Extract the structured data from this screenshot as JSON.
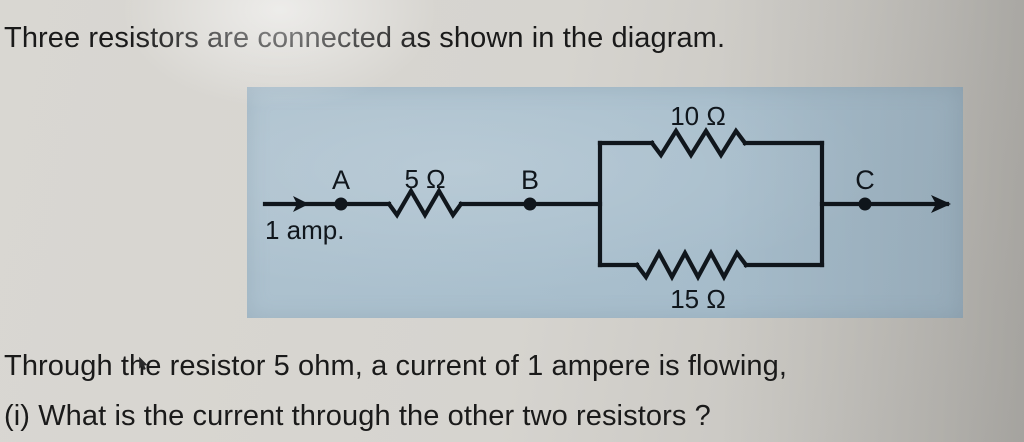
{
  "page": {
    "heading": "Three resistors are connected as shown in the diagram.",
    "statement": "Through the resistor 5 ohm, a current of 1 ampere is flowing,",
    "sub_question": "(i) What is the current through the other two resistors ?",
    "background_color": "#d6d4cf",
    "text_color": "#1a1a1a"
  },
  "diagram": {
    "panel_background": "#a9bfcd",
    "line_color": "#10161c",
    "nodes": [
      {
        "id": "A",
        "label": "A"
      },
      {
        "id": "B",
        "label": "B"
      },
      {
        "id": "C",
        "label": "C"
      }
    ],
    "current_label": "1 amp.",
    "resistors": [
      {
        "id": "r-series",
        "label": "5 Ω",
        "value": 5,
        "unit": "ohm",
        "position": "series-A-B"
      },
      {
        "id": "r-parallel-top",
        "label": "10 Ω",
        "value": 10,
        "unit": "ohm",
        "position": "parallel-top-B-C"
      },
      {
        "id": "r-parallel-bottom",
        "label": "15 Ω",
        "value": 15,
        "unit": "ohm",
        "position": "parallel-bottom-B-C"
      }
    ]
  }
}
